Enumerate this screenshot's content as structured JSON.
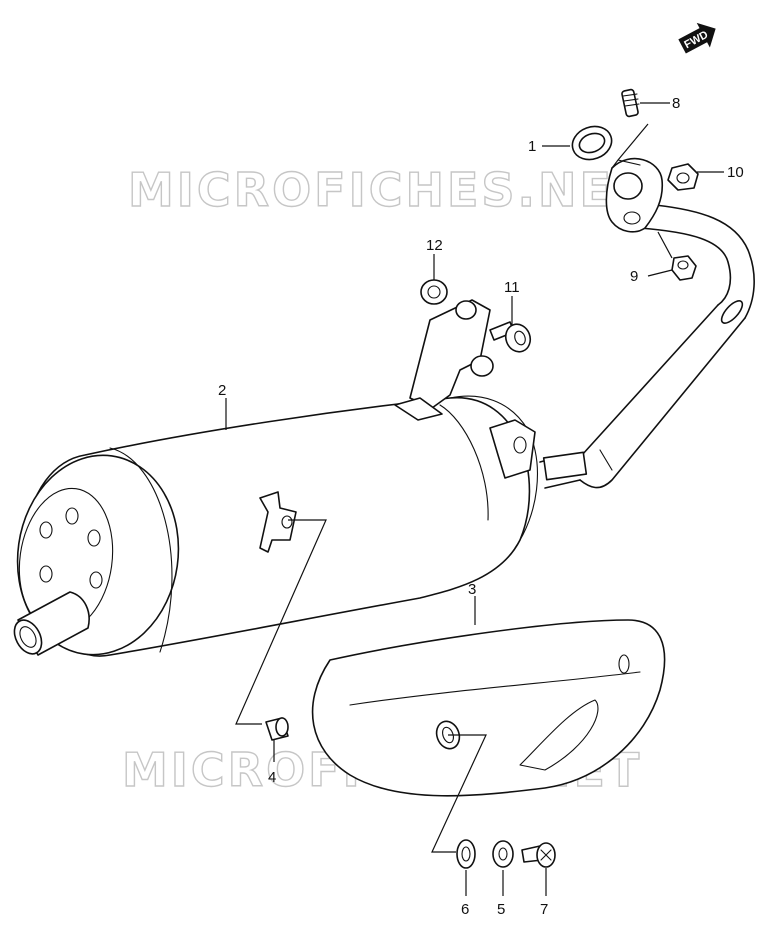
{
  "watermark": {
    "text": "MICROFICHES.NET"
  },
  "direction_badge": {
    "label": "FWD"
  },
  "callouts": [
    {
      "id": "1",
      "label": "1",
      "part": "gasket"
    },
    {
      "id": "2",
      "label": "2",
      "part": "muffler"
    },
    {
      "id": "3",
      "label": "3",
      "part": "heat-protector"
    },
    {
      "id": "4",
      "label": "4",
      "part": "cushion"
    },
    {
      "id": "5",
      "label": "5",
      "part": "washer"
    },
    {
      "id": "6",
      "label": "6",
      "part": "cushion"
    },
    {
      "id": "7",
      "label": "7",
      "part": "screw"
    },
    {
      "id": "8",
      "label": "8",
      "part": "stud-bolt"
    },
    {
      "id": "9",
      "label": "9",
      "part": "nut"
    },
    {
      "id": "10",
      "label": "10",
      "part": "nut"
    },
    {
      "id": "11",
      "label": "11",
      "part": "bolt"
    },
    {
      "id": "12",
      "label": "12",
      "part": "cushion"
    }
  ]
}
